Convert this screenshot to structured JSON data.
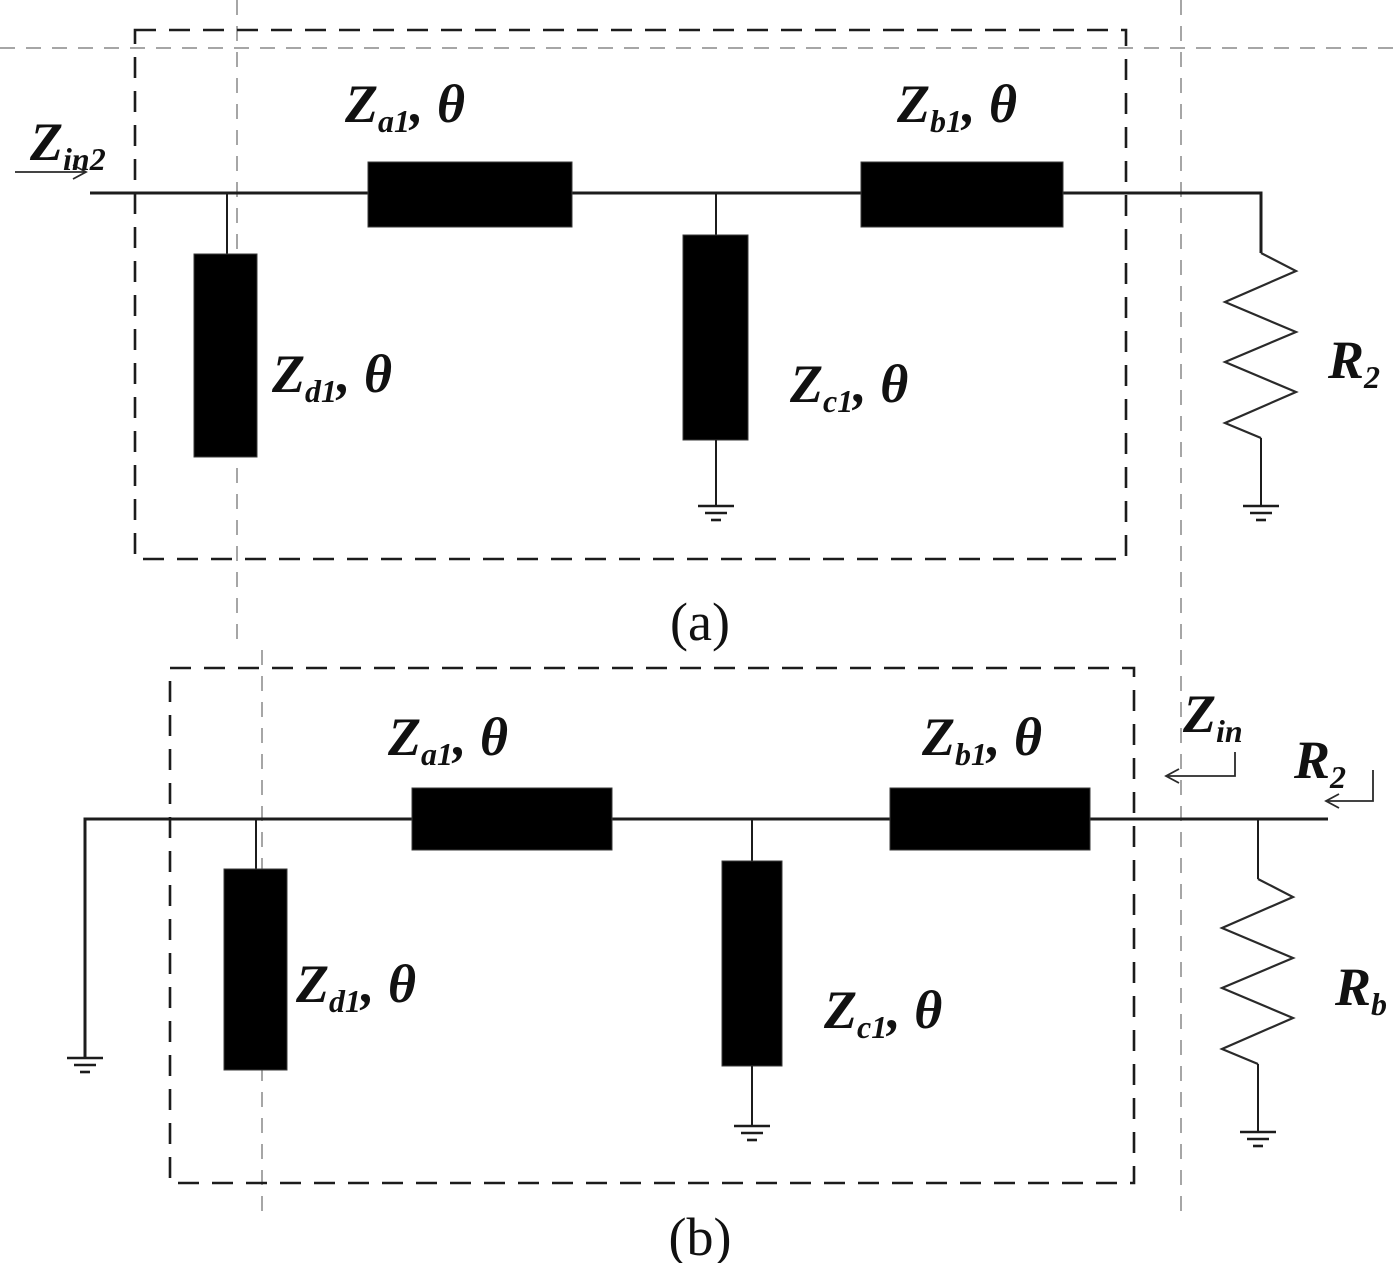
{
  "figure": {
    "colors": {
      "background": "#ffffff",
      "ink": "#1c1c1c",
      "component_fill": "#000000",
      "guide_dash": "#a6a6a6"
    },
    "diagram_a": {
      "caption": "(a)",
      "input_label": {
        "main": "Z",
        "sub": "in2"
      },
      "series_line_1": {
        "main": "Z",
        "sub": "a1",
        "suffix": ", θ"
      },
      "series_line_2": {
        "main": "Z",
        "sub": "b1",
        "suffix": ", θ"
      },
      "shunt_stub_1": {
        "main": "Z",
        "sub": "d1",
        "suffix": ", θ"
      },
      "shunt_stub_2": {
        "main": "Z",
        "sub": "c1",
        "suffix": ", θ"
      },
      "load_resistor": {
        "main": "R",
        "sub": "2"
      }
    },
    "diagram_b": {
      "caption": "(b)",
      "series_line_1": {
        "main": "Z",
        "sub": "a1",
        "suffix": ", θ"
      },
      "series_line_2": {
        "main": "Z",
        "sub": "b1",
        "suffix": ", θ"
      },
      "shunt_stub_1": {
        "main": "Z",
        "sub": "d1",
        "suffix": ", θ"
      },
      "shunt_stub_2": {
        "main": "Z",
        "sub": "c1",
        "suffix": ", θ"
      },
      "input_label": {
        "main": "Z",
        "sub": "in"
      },
      "ref_label": {
        "main": "R",
        "sub": "2"
      },
      "load_resistor": {
        "main": "R",
        "sub": "b"
      }
    }
  }
}
